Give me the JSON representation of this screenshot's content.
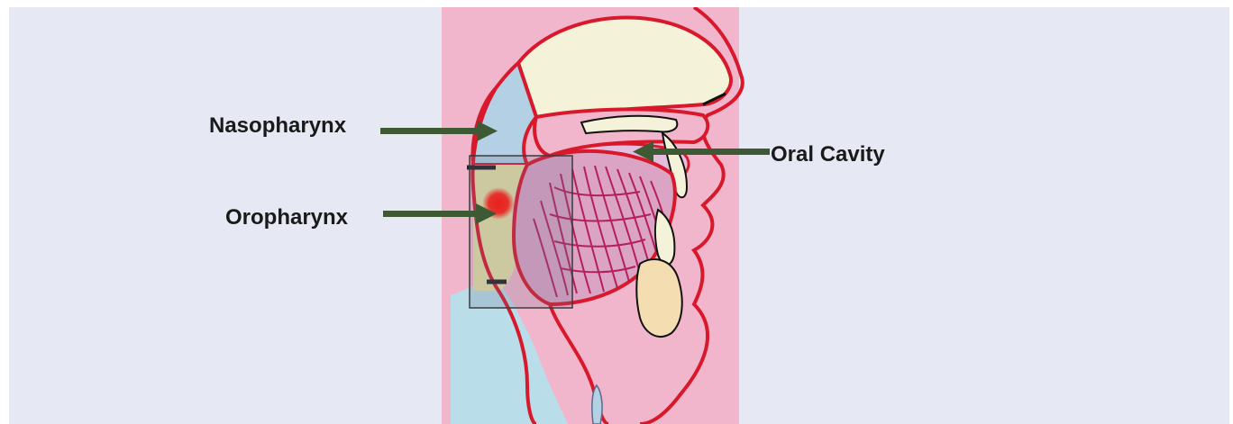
{
  "labels": {
    "nasopharynx": "Nasopharynx",
    "oropharynx": "Oropharynx",
    "oral_cavity": "Oral Cavity"
  },
  "colors": {
    "background": "#e6e9f3",
    "tissue_pink": "#f2b6cc",
    "outline_red": "#d8182b",
    "arrow_green": "#3d5a34",
    "nasopharynx_blue": "#b4d0e4",
    "oropharynx_yellow": "#e7e2a6",
    "bone_cream": "#f4f2d8",
    "tongue_muscle": "#b0124e",
    "tumor_red": "#e8201e"
  }
}
